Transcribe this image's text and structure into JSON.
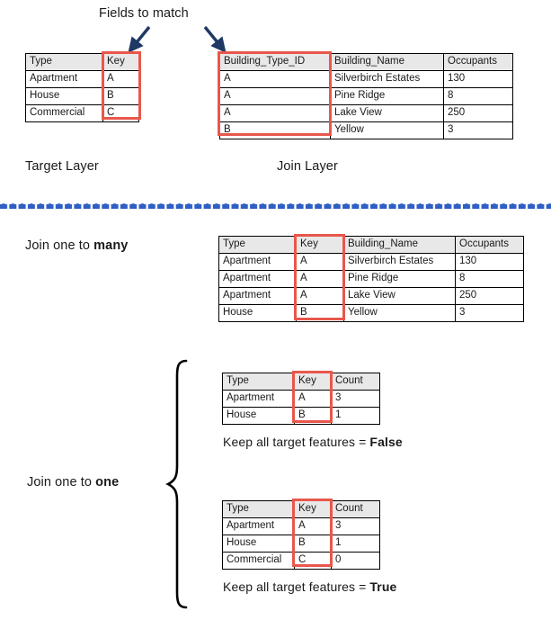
{
  "annotations": {
    "fields_to_match": "Fields to match",
    "target_layer": "Target Layer",
    "join_layer": "Join Layer",
    "join_one_to_many_prefix": "Join one to ",
    "join_one_to_many_emphasis": "many",
    "join_one_to_one_prefix": "Join one to ",
    "join_one_to_one_emphasis": "one",
    "keep_false_prefix": "Keep all target features = ",
    "keep_false_value": "False",
    "keep_true_prefix": "Keep all target features = ",
    "keep_true_value": "True"
  },
  "colors": {
    "highlight_red": "#e9574c",
    "divider_blue": "#2f5fc4",
    "arrow_navy": "#1f3864",
    "header_gray": "#e8e8e8",
    "border_black": "#000000"
  },
  "target_table": {
    "headers": [
      "Type",
      "Key"
    ],
    "rows": [
      [
        "Apartment",
        "A"
      ],
      [
        "House",
        "B"
      ],
      [
        "Commercial",
        "C"
      ]
    ],
    "highlight_column": "Key"
  },
  "join_table": {
    "headers": [
      "Building_Type_ID",
      "Building_Name",
      "Occupants"
    ],
    "rows": [
      [
        "A",
        "Silverbirch Estates",
        "130"
      ],
      [
        "A",
        "Pine Ridge",
        "8"
      ],
      [
        "A",
        "Lake View",
        "250"
      ],
      [
        "B",
        "Yellow",
        "3"
      ]
    ],
    "highlight_column": "Building_Type_ID"
  },
  "one_to_many_table": {
    "headers": [
      "Type",
      "Key",
      "Building_Name",
      "Occupants"
    ],
    "rows": [
      [
        "Apartment",
        "A",
        "Silverbirch Estates",
        "130"
      ],
      [
        "Apartment",
        "A",
        "Pine Ridge",
        "8"
      ],
      [
        "Apartment",
        "A",
        "Lake View",
        "250"
      ],
      [
        "House",
        "B",
        "Yellow",
        "3"
      ]
    ],
    "highlight_column": "Key"
  },
  "one_to_one_false_table": {
    "headers": [
      "Type",
      "Key",
      "Count"
    ],
    "rows": [
      [
        "Apartment",
        "A",
        "3"
      ],
      [
        "House",
        "B",
        "1"
      ]
    ],
    "highlight_column": "Key"
  },
  "one_to_one_true_table": {
    "headers": [
      "Type",
      "Key",
      "Count"
    ],
    "rows": [
      [
        "Apartment",
        "A",
        "3"
      ],
      [
        "House",
        "B",
        "1"
      ],
      [
        "Commercial",
        "C",
        "0"
      ]
    ],
    "highlight_column": "Key"
  }
}
